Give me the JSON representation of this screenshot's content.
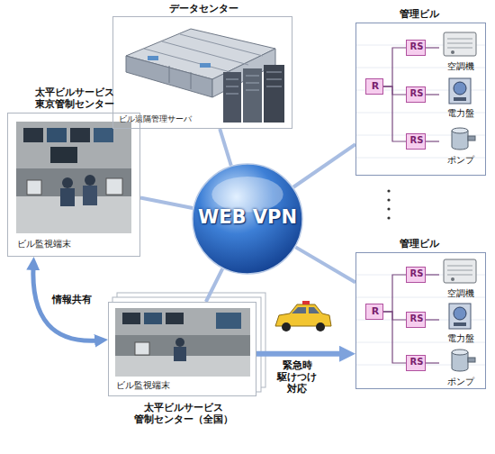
{
  "diagram": {
    "nodes": [
      {
        "text": [
          "データセンター",
          "ビル遠隔管理サーバ"
        ]
      },
      {
        "text": [
          "管理ビル"
        ]
      },
      {
        "text": [
          "R"
        ],
        "in": 1
      },
      {
        "text": [
          "RS"
        ],
        "in": 1
      },
      {
        "text": [
          "空調機"
        ],
        "in": 1
      },
      {
        "text": [
          "RS"
        ],
        "in": 1
      },
      {
        "text": [
          "電力盤"
        ],
        "in": 1
      },
      {
        "text": [
          "RS"
        ],
        "in": 1
      },
      {
        "text": [
          "ポンプ"
        ],
        "in": 1
      },
      {
        "text": [
          "太平ビルサービス 東京管制センター",
          "ビル監視端末"
        ]
      },
      {
        "text": [
          "WEB VPN"
        ]
      },
      {
        "text": [
          "管理ビル"
        ]
      },
      {
        "text": [
          "R"
        ],
        "in": 11
      },
      {
        "text": [
          "RS"
        ],
        "in": 11
      },
      {
        "text": [
          "空調機"
        ],
        "in": 11
      },
      {
        "text": [
          "RS"
        ],
        "in": 11
      },
      {
        "text": [
          "電力盤"
        ],
        "in": 11
      },
      {
        "text": [
          "RS"
        ],
        "in": 11
      },
      {
        "text": [
          "ポンプ"
        ],
        "in": 11
      },
      {
        "text": [
          "太平ビルサービス 管制センター（全国）",
          "ビル監視端末"
        ]
      }
    ],
    "edges": [
      {
        "from": 10,
        "to": 0,
        "arrow": "none"
      },
      {
        "from": 10,
        "to": 1,
        "arrow": "none"
      },
      {
        "from": 10,
        "to": 9,
        "arrow": "none"
      },
      {
        "from": 10,
        "to": 11,
        "arrow": "none"
      },
      {
        "from": 10,
        "to": 19,
        "arrow": "none"
      },
      {
        "from": 9,
        "to": 19,
        "label": "情報共有",
        "arrow": "both"
      },
      {
        "from": 19,
        "to": 11,
        "label": "緊急時 駆けつけ 対応",
        "arrow": "to"
      },
      {
        "from": 2,
        "to": 3,
        "arrow": "none"
      },
      {
        "from": 2,
        "to": 5,
        "arrow": "none"
      },
      {
        "from": 2,
        "to": 7,
        "arrow": "none"
      },
      {
        "from": 3,
        "to": 4,
        "arrow": "none"
      },
      {
        "from": 5,
        "to": 6,
        "arrow": "none"
      },
      {
        "from": 7,
        "to": 8,
        "arrow": "none"
      },
      {
        "from": 12,
        "to": 13,
        "arrow": "none"
      },
      {
        "from": 12,
        "to": 15,
        "arrow": "none"
      },
      {
        "from": 12,
        "to": 17,
        "arrow": "none"
      },
      {
        "from": 13,
        "to": 14,
        "arrow": "none"
      },
      {
        "from": 15,
        "to": 16,
        "arrow": "none"
      },
      {
        "from": 17,
        "to": 18,
        "arrow": "none"
      }
    ]
  }
}
